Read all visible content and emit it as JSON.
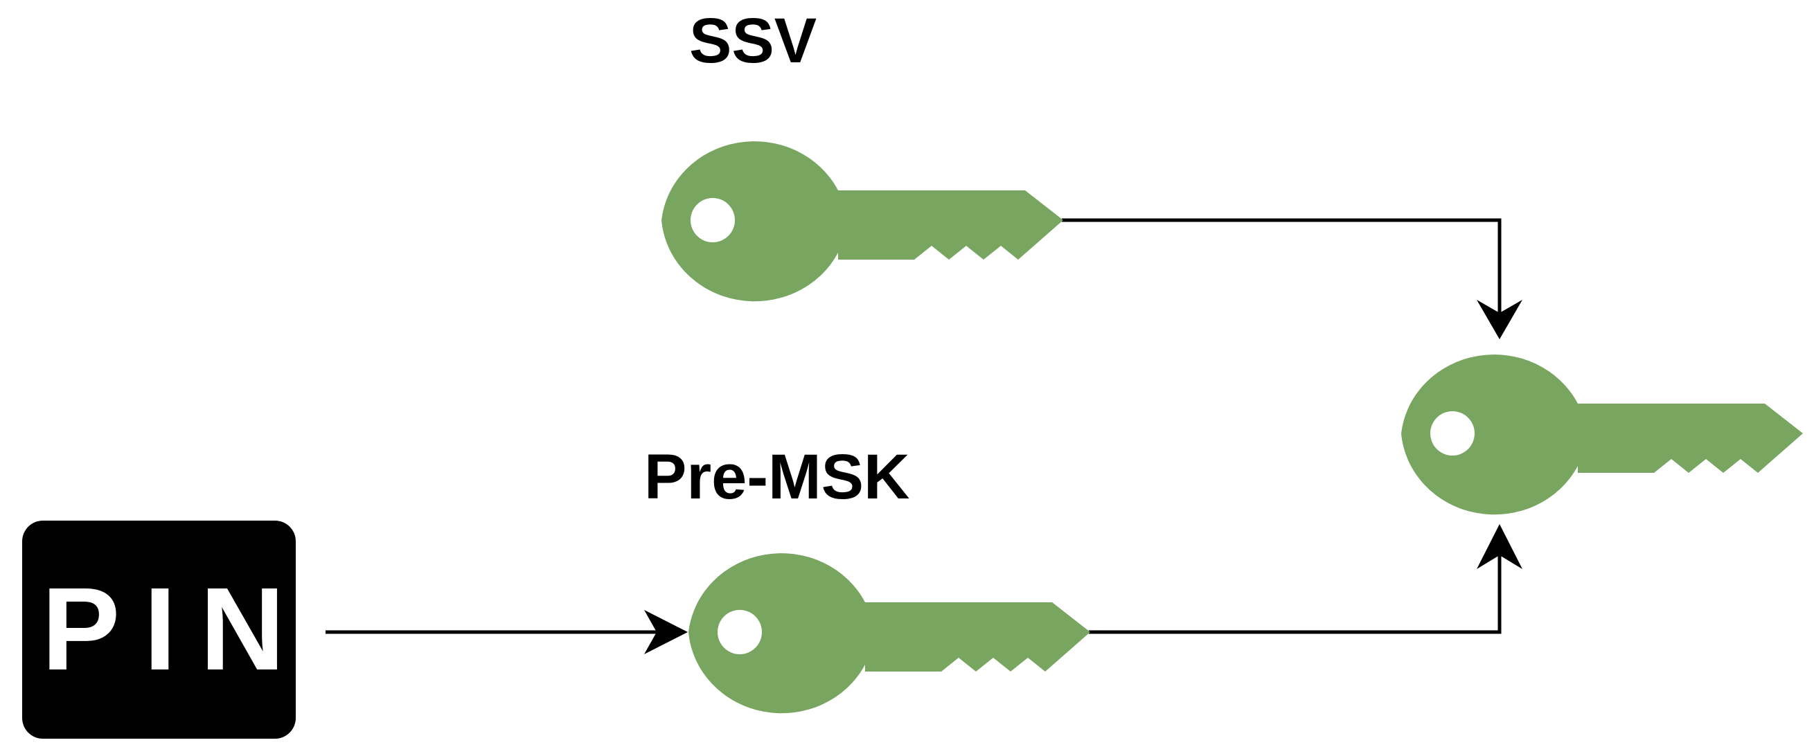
{
  "labels": {
    "ssv": "SSV",
    "pre_msk": "Pre-MSK"
  },
  "pin_badge": {
    "text": "PIN"
  },
  "icons": {
    "key_ssv": "key-icon",
    "key_pre_msk": "key-icon",
    "key_result": "key-icon"
  },
  "colors": {
    "key_green": "#78a55f",
    "pin_background": "#000000",
    "pin_text": "#ffffff",
    "arrow": "#000000"
  }
}
